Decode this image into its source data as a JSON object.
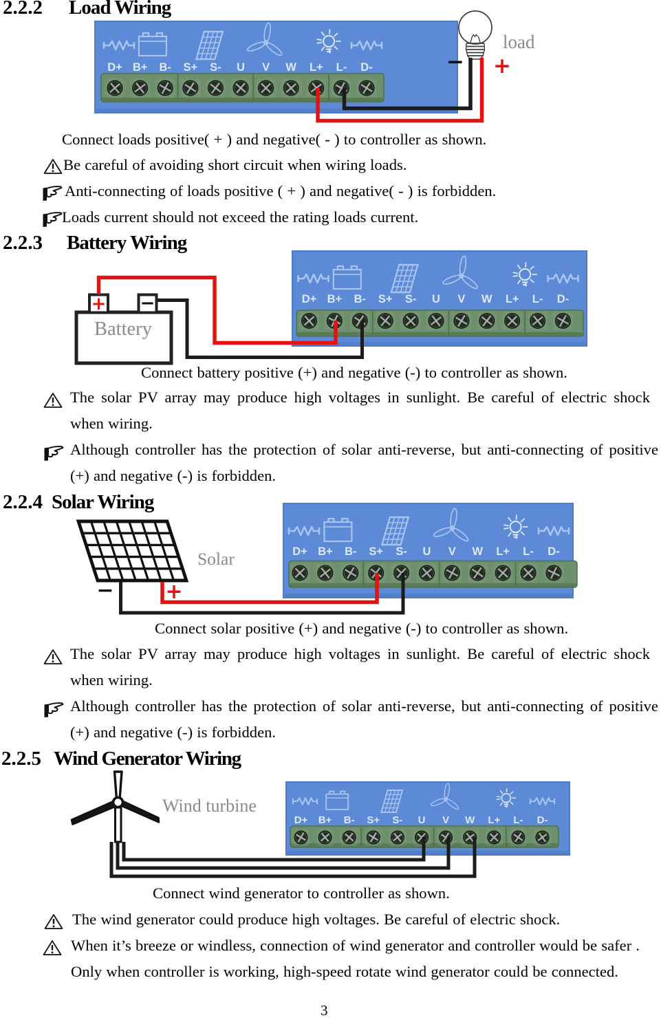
{
  "page": {
    "number": "3"
  },
  "colors": {
    "body_blue": "#5c8ad6",
    "blue_border": "#4d7ac6",
    "icon_blue": "#a9c4ef",
    "label_blue": "#dde8fa",
    "green_block": "#6d8f6c",
    "green_dark": "#4e6e4d",
    "green_cell": "#7fa07e",
    "screw_dark": "#242b24",
    "screw_light": "#aeb7ae",
    "wire_red": "#e31313",
    "wire_black": "#1c1c1c",
    "grey_label": "#8a8a8a",
    "text": "#000000"
  },
  "controller": {
    "terminals": [
      "D+",
      "B+",
      "B-",
      "S+",
      "S-",
      "U",
      "V",
      "W",
      "L+",
      "L-",
      "D-"
    ],
    "icons": [
      "resistor-icon",
      "battery-icon",
      "solar-panel-icon",
      "wind-fan-icon",
      "bulb-icon",
      "resistor-icon"
    ]
  },
  "sections": [
    {
      "number": "2.2.2",
      "title": "Load Wiring",
      "device": "load",
      "minus": "−",
      "plus": "+",
      "caption": "Connect loads positive( + ) and negative( - ) to controller as shown.",
      "notes": [
        {
          "icon": "warning",
          "lines": [
            "Be careful of avoiding short circuit when wiring loads."
          ]
        },
        {
          "icon": "hand",
          "lines": [
            "Anti-connecting of loads positive ( + ) and negative( - ) is forbidden."
          ]
        },
        {
          "icon": "hand",
          "lines": [
            "Loads current should not exceed the rating loads current."
          ]
        }
      ]
    },
    {
      "number": "2.2.3",
      "title": "Battery Wiring",
      "device": "Battery",
      "minus": "−",
      "plus": "+",
      "caption": "Connect battery positive (+) and negative (-) to controller as shown.",
      "notes": [
        {
          "icon": "warning",
          "lines": [
            "The solar PV array may produce high voltages in sunlight. Be careful of electric shock",
            "when wiring."
          ]
        },
        {
          "icon": "hand",
          "lines": [
            "Although controller has the protection of solar anti-reverse, but anti-connecting of positive",
            "(+) and negative (-) is forbidden."
          ]
        }
      ]
    },
    {
      "number": "2.2.4",
      "title": "Solar Wiring",
      "device": "Solar",
      "minus": "−",
      "plus": "+",
      "caption": "Connect solar positive (+) and negative (-) to controller as shown.",
      "notes": [
        {
          "icon": "warning",
          "lines": [
            "The solar PV array may produce high voltages in sunlight. Be careful of electric shock",
            "when wiring."
          ]
        },
        {
          "icon": "hand",
          "lines": [
            "Although controller has the protection of solar anti-reverse, but anti-connecting of positive",
            "(+) and negative (-) is forbidden."
          ]
        }
      ]
    },
    {
      "number": "2.2.5",
      "title": "Wind Generator Wiring",
      "device": "Wind turbine",
      "caption": "Connect wind generator to controller as shown.",
      "notes": [
        {
          "icon": "warning",
          "lines": [
            "The wind generator could produce high voltages. Be careful of electric shock."
          ]
        },
        {
          "icon": "warning",
          "lines": [
            "When it’s breeze or windless, connection of wind generator and controller would be safer ."
          ]
        },
        {
          "icon": "none",
          "lines": [
            "Only when controller is working, high-speed rotate wind generator could be connected."
          ]
        }
      ]
    }
  ]
}
